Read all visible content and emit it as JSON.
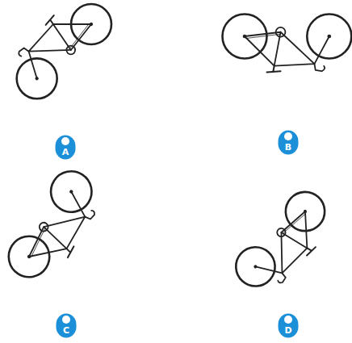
{
  "diagram": {
    "nodes": [
      {
        "text": [
          "A"
        ]
      },
      {
        "text": [
          "B"
        ]
      },
      {
        "text": [
          "C"
        ]
      },
      {
        "text": [
          "D"
        ]
      }
    ]
  }
}
